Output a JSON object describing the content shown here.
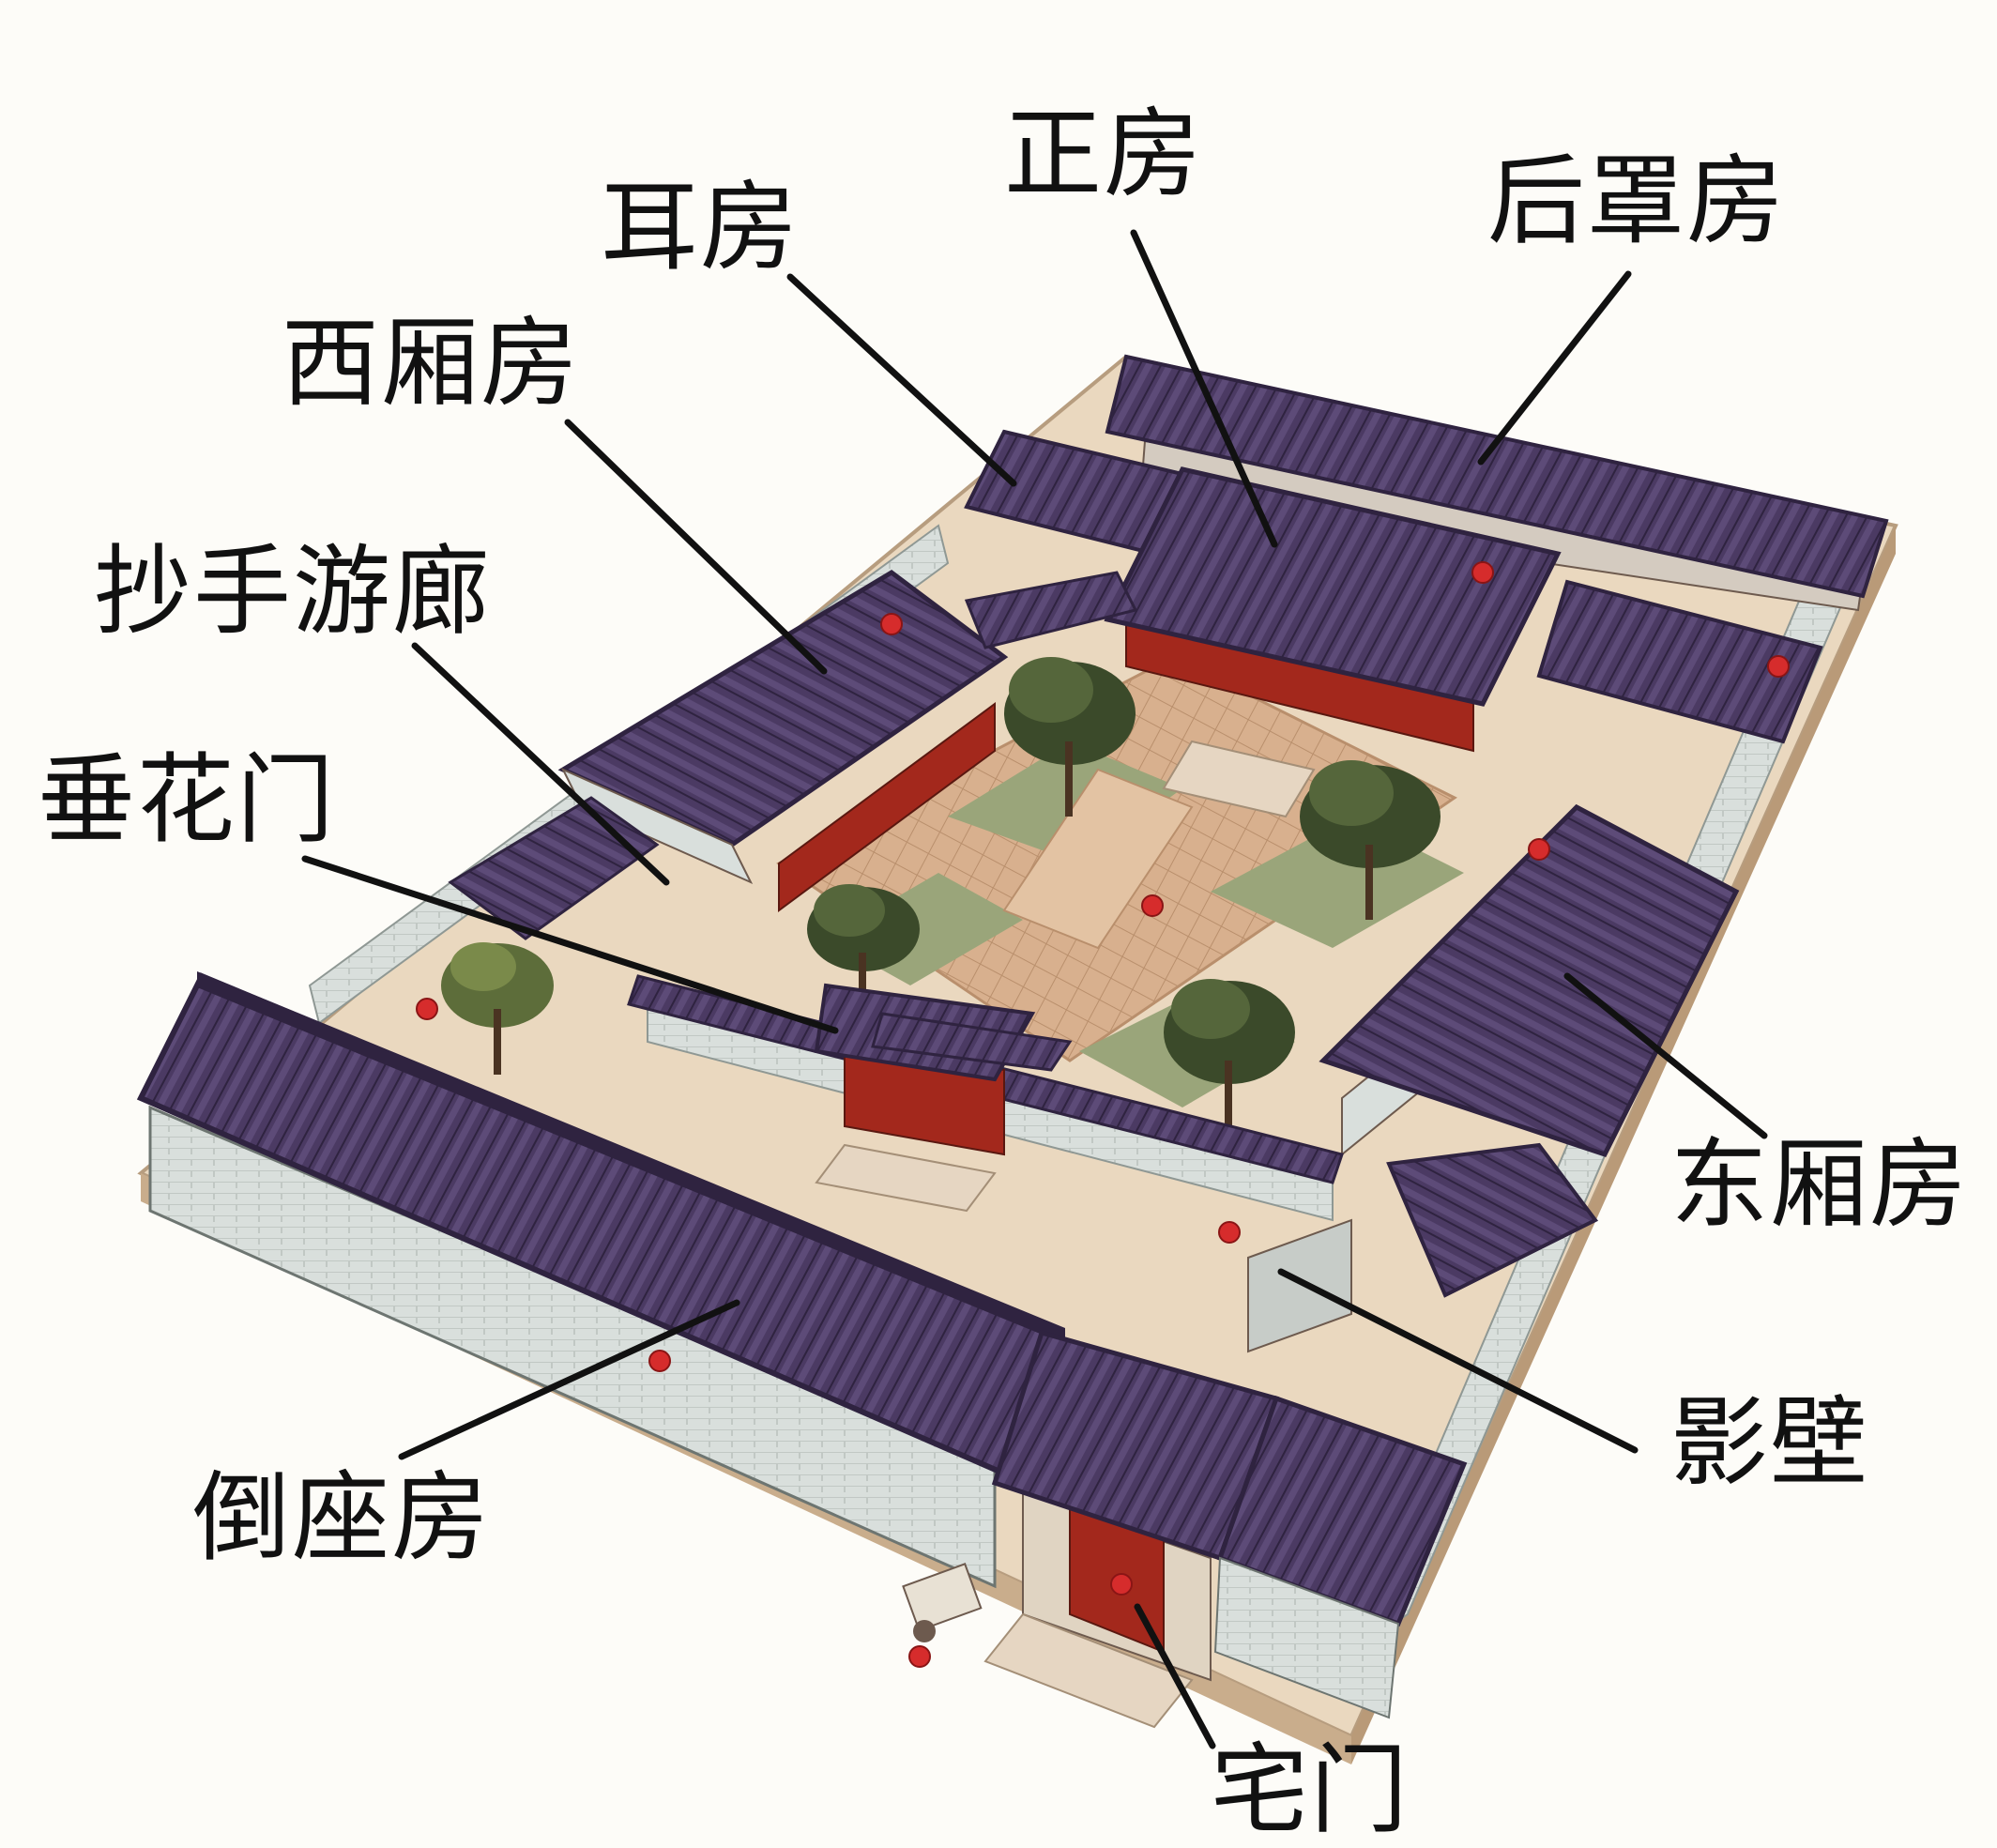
{
  "diagram": {
    "subject": "siheyuan-courtyard-house",
    "colors": {
      "roof": "#4b3a63",
      "roof_dark": "#2f2340",
      "roof_light": "#6c5a86",
      "wall": "#d9dfdc",
      "base": "#ead8bf",
      "pillar": "#a3281c",
      "courtyard_paving": "#d8b08e",
      "lawn": "#9aa57a",
      "tree": "#3b4a2a",
      "lantern": "#d62c2c",
      "leader_line": "#111111"
    },
    "labels": {
      "er_fang": "耳房",
      "zheng_fang": "正房",
      "hou_zhao_fang": "后罩房",
      "xi_xiang_fang": "西厢房",
      "chao_shou_you_lang": "抄手游廊",
      "chui_hua_men": "垂花门",
      "dong_xiang_fang": "东厢房",
      "ying_bi": "影壁",
      "dao_zuo_fang": "倒座房",
      "zhai_men": "宅门"
    }
  }
}
